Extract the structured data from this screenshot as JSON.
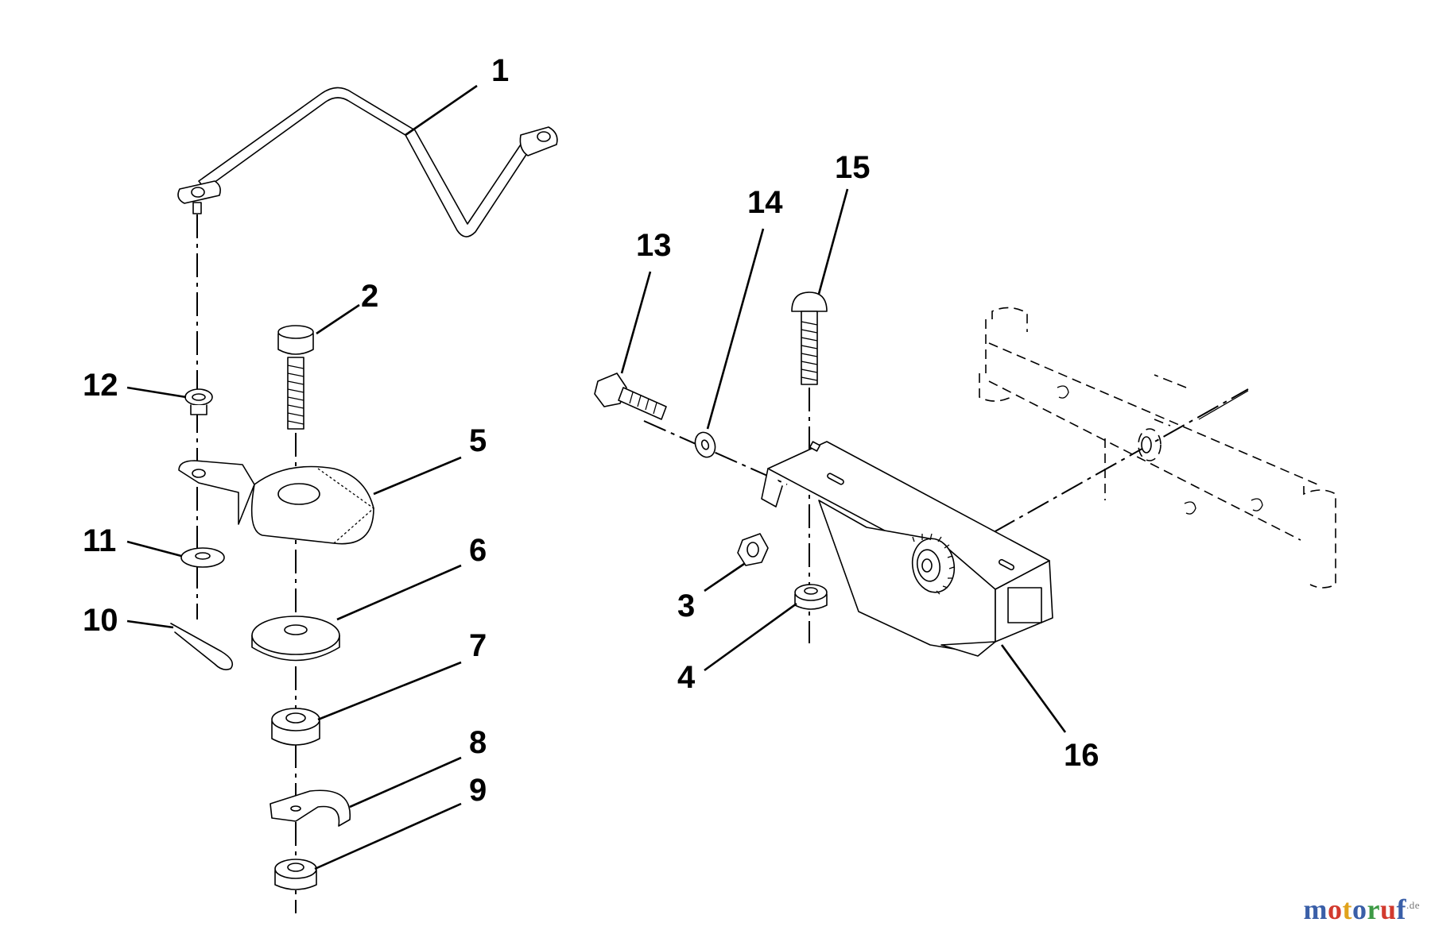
{
  "callouts": [
    {
      "id": "1",
      "label": "1"
    },
    {
      "id": "2",
      "label": "2"
    },
    {
      "id": "3",
      "label": "3"
    },
    {
      "id": "4",
      "label": "4"
    },
    {
      "id": "5",
      "label": "5"
    },
    {
      "id": "6",
      "label": "6"
    },
    {
      "id": "7",
      "label": "7"
    },
    {
      "id": "8",
      "label": "8"
    },
    {
      "id": "9",
      "label": "9"
    },
    {
      "id": "10",
      "label": "10"
    },
    {
      "id": "11",
      "label": "11"
    },
    {
      "id": "12",
      "label": "12"
    },
    {
      "id": "13",
      "label": "13"
    },
    {
      "id": "14",
      "label": "14"
    },
    {
      "id": "15",
      "label": "15"
    },
    {
      "id": "16",
      "label": "16"
    }
  ],
  "watermark": {
    "letters": [
      {
        "ch": "m",
        "color": "#3a5fa8"
      },
      {
        "ch": "o",
        "color": "#d23a2e"
      },
      {
        "ch": "t",
        "color": "#e0a21c"
      },
      {
        "ch": "o",
        "color": "#3a5fa8"
      },
      {
        "ch": "r",
        "color": "#3d9a45"
      },
      {
        "ch": "u",
        "color": "#d23a2e"
      },
      {
        "ch": "f",
        "color": "#3a5fa8"
      }
    ],
    "tld": ".de"
  }
}
